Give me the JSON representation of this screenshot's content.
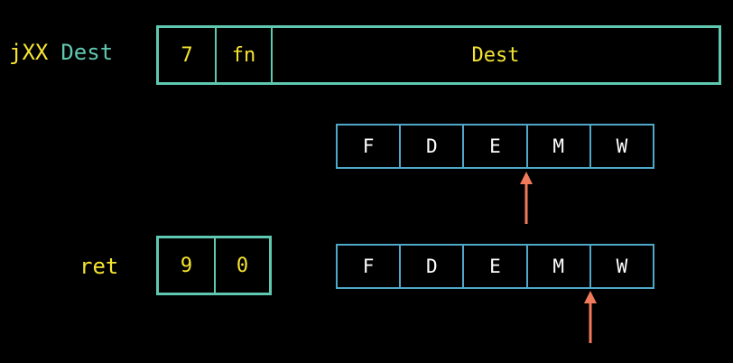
{
  "jxx_instruction": {
    "mnemonic": "jXX",
    "operand": "Dest",
    "encoding_fields": [
      "7",
      "fn",
      "Dest"
    ]
  },
  "ret_instruction": {
    "mnemonic": "ret",
    "encoding_fields": [
      "9",
      "0"
    ]
  },
  "pipelines": [
    {
      "stages": [
        "F",
        "D",
        "E",
        "M",
        "W"
      ],
      "arrow_at_boundary": "E|M"
    },
    {
      "stages": [
        "F",
        "D",
        "E",
        "M",
        "W"
      ],
      "arrow_at_boundary": "M|W"
    }
  ],
  "colors": {
    "background": "#000000",
    "mnemonic": "#f5e431",
    "operand": "#5fc8b0",
    "encoding_border": "#5fc8b0",
    "pipeline_border": "#4fa8c8",
    "stage_text": "#ffffff",
    "arrow": "#f07a5a"
  }
}
